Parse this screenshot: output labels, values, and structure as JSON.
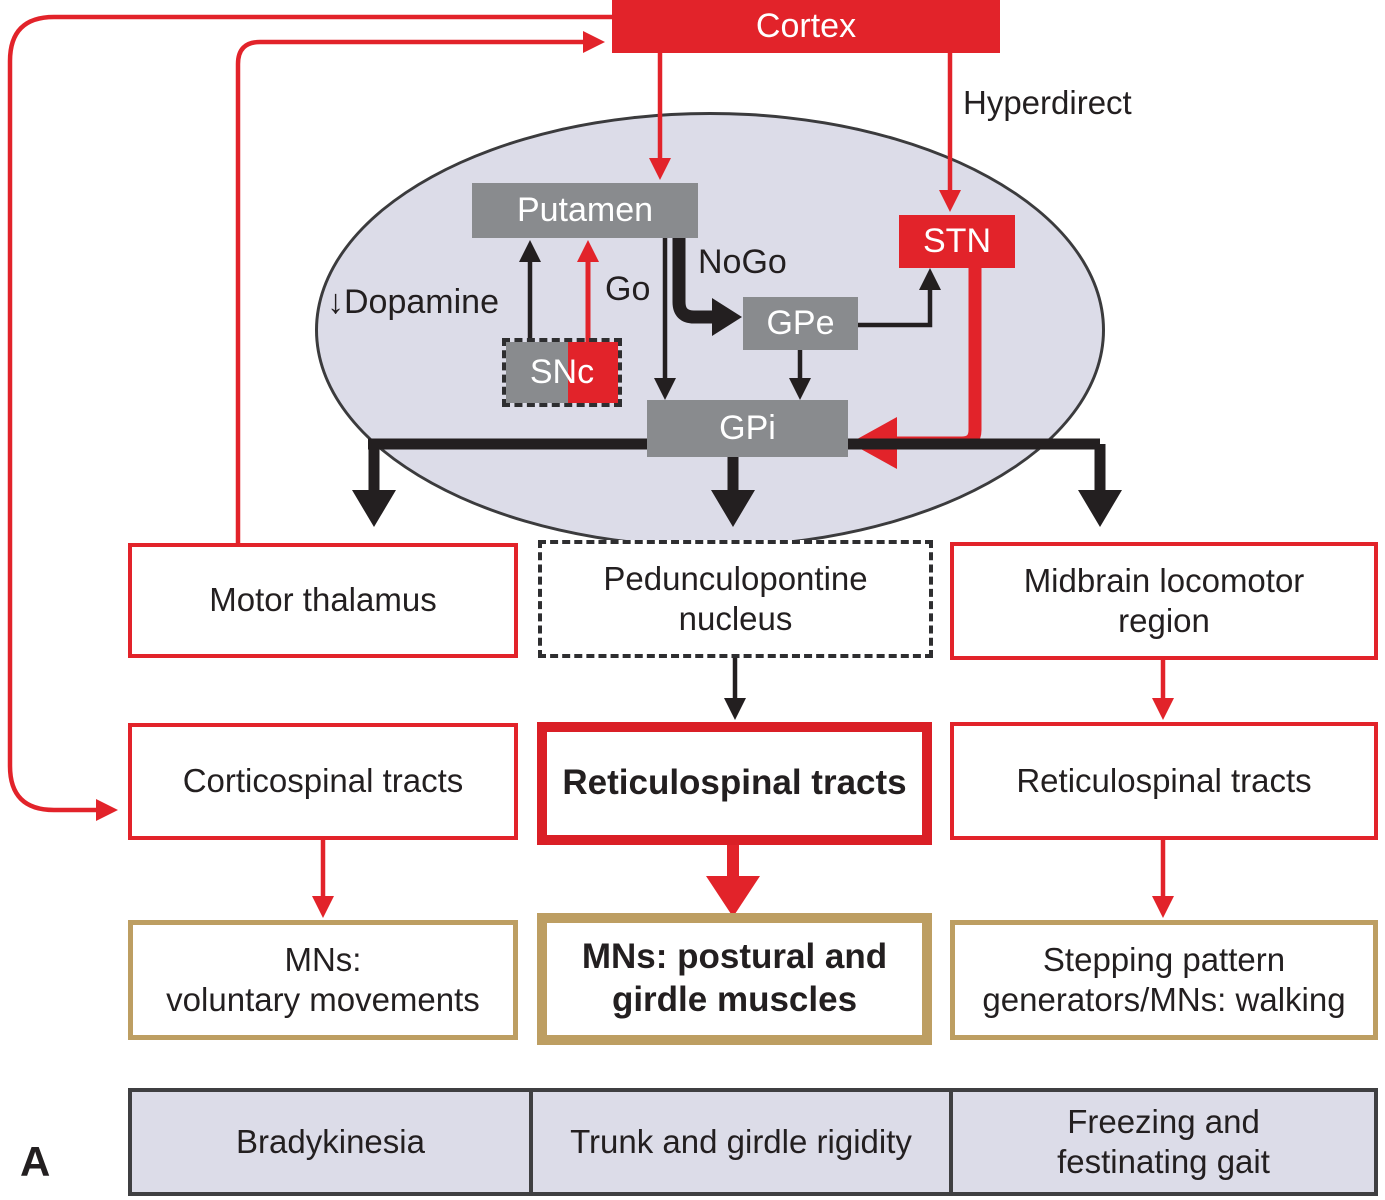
{
  "figure_label": "A",
  "colors": {
    "pathway_red": "#e2232a",
    "nucleus_gray": "#898b8e",
    "brain_lavender": "#dcdce8",
    "motor_tan": "#bd9e62",
    "line_black": "#231f20"
  },
  "nodes": {
    "cortex": "Cortex",
    "putamen": "Putamen",
    "stn": "STN",
    "gpe": "GPe",
    "gpi": "GPi",
    "snc": "SNc",
    "motor_thalamus": "Motor thalamus",
    "ppn": {
      "line1": "Pedunculopontine",
      "line2": "nucleus"
    },
    "midbrain": {
      "line1": "Midbrain locomotor",
      "line2": "region"
    },
    "corticospinal": "Corticospinal tracts",
    "reticulospinal_mid": "Reticulospinal tracts",
    "reticulospinal_right": "Reticulospinal tracts",
    "mns_voluntary": {
      "line1": "MNs:",
      "line2": "voluntary movements"
    },
    "mns_postural": {
      "line1": "MNs: postural and",
      "line2": "girdle muscles"
    },
    "stepping": {
      "line1": "Stepping pattern",
      "line2": "generators/MNs: walking"
    }
  },
  "labels": {
    "hyperdirect": "Hyperdirect",
    "dopamine": "↓Dopamine",
    "go": "Go",
    "nogo": "NoGo"
  },
  "outcomes": {
    "bradykinesia": "Bradykinesia",
    "trunk": "Trunk and girdle rigidity",
    "freezing": {
      "line1": "Freezing and",
      "line2": "festinating gait"
    }
  }
}
